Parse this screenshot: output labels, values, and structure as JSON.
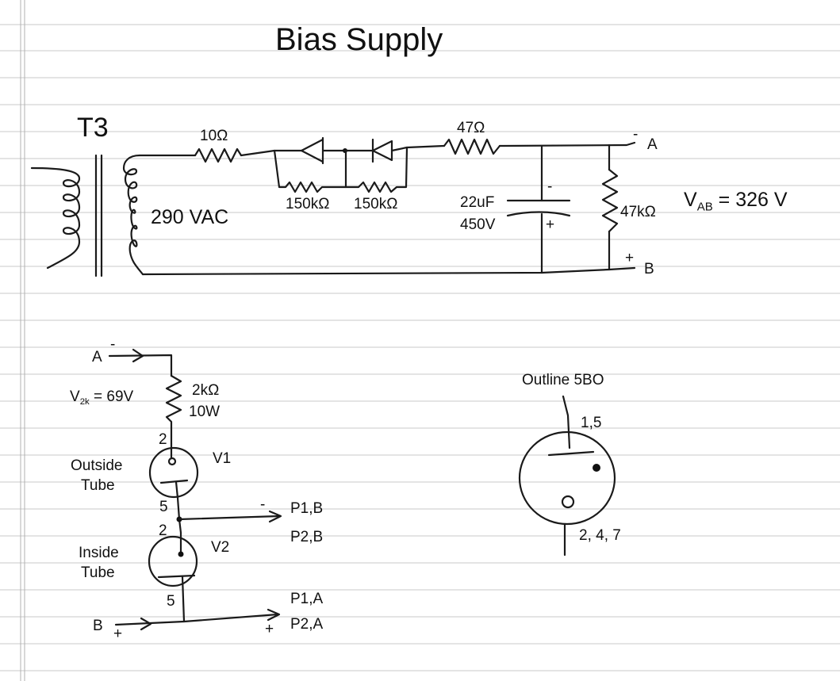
{
  "title": "Bias Supply",
  "bias_circuit": {
    "transformer": "T3",
    "secondary_voltage": "290 VAC",
    "series_resistor": "10Ω",
    "diode_resistor_1": "150kΩ",
    "diode_resistor_2": "150kΩ",
    "output_resistor": "47Ω",
    "capacitor_value": "22uF",
    "capacitor_voltage": "450V",
    "capacitor_minus": "-",
    "capacitor_plus": "+",
    "load_resistor": "47kΩ",
    "terminal_a_sign": "-",
    "terminal_a": "A",
    "terminal_b_sign": "+",
    "terminal_b": "B",
    "voltage_symbol": "V",
    "voltage_subscript": "AB",
    "voltage_value": "= 326 V"
  },
  "tube_circuit": {
    "input_a": "A",
    "input_a_sign": "-",
    "input_b": "B",
    "input_b_sign": "+",
    "resistor_value": "2kΩ",
    "resistor_power": "10W",
    "drop_symbol": "V",
    "drop_subscript": "2k",
    "drop_value": "= 69V",
    "outside_tube_line1": "Outside",
    "outside_tube_line2": "Tube",
    "inside_tube_line1": "Inside",
    "inside_tube_line2": "Tube",
    "tube_1": "V1",
    "tube_2": "V2",
    "pin_v1_top": "2",
    "pin_v1_bottom": "5",
    "pin_v2_top": "2",
    "pin_v2_bottom": "5",
    "out_minus_sign": "-",
    "out_p1b": "P1,B",
    "out_p2b": "P2,B",
    "out_p1a": "P1,A",
    "out_plus_sign": "+",
    "out_p2a": "P2,A"
  },
  "outline": {
    "title": "Outline 5BO",
    "pins_top": "1,5",
    "pins_bottom": "2, 4, 7"
  }
}
